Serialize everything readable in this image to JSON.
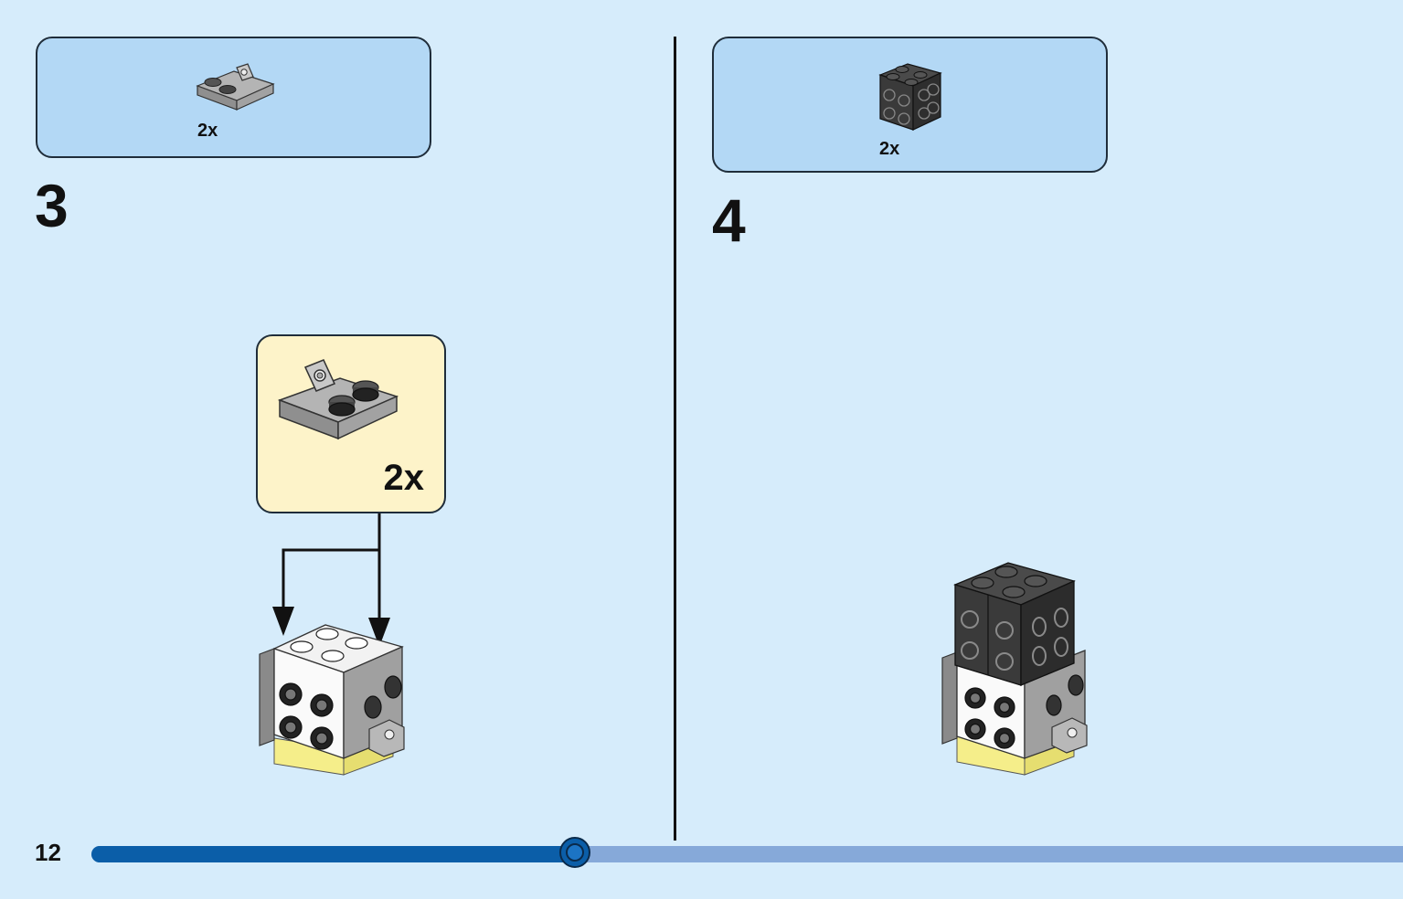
{
  "step3": {
    "number": "3",
    "parts_qty": "2x",
    "callout_qty": "2x"
  },
  "step4": {
    "number": "4",
    "parts_qty": "2x"
  },
  "page": {
    "number": "12",
    "progress_fraction": 0.37
  },
  "colors": {
    "background": "#d6ecfb",
    "parts_box": "#b3d8f5",
    "callout": "#fdf3c9",
    "progress_fill": "#0b5ea8",
    "progress_track": "#86a9d9"
  },
  "icons": {
    "step3_part": "hinge-plate-icon",
    "step4_part": "dark-brick-with-side-studs-icon"
  }
}
